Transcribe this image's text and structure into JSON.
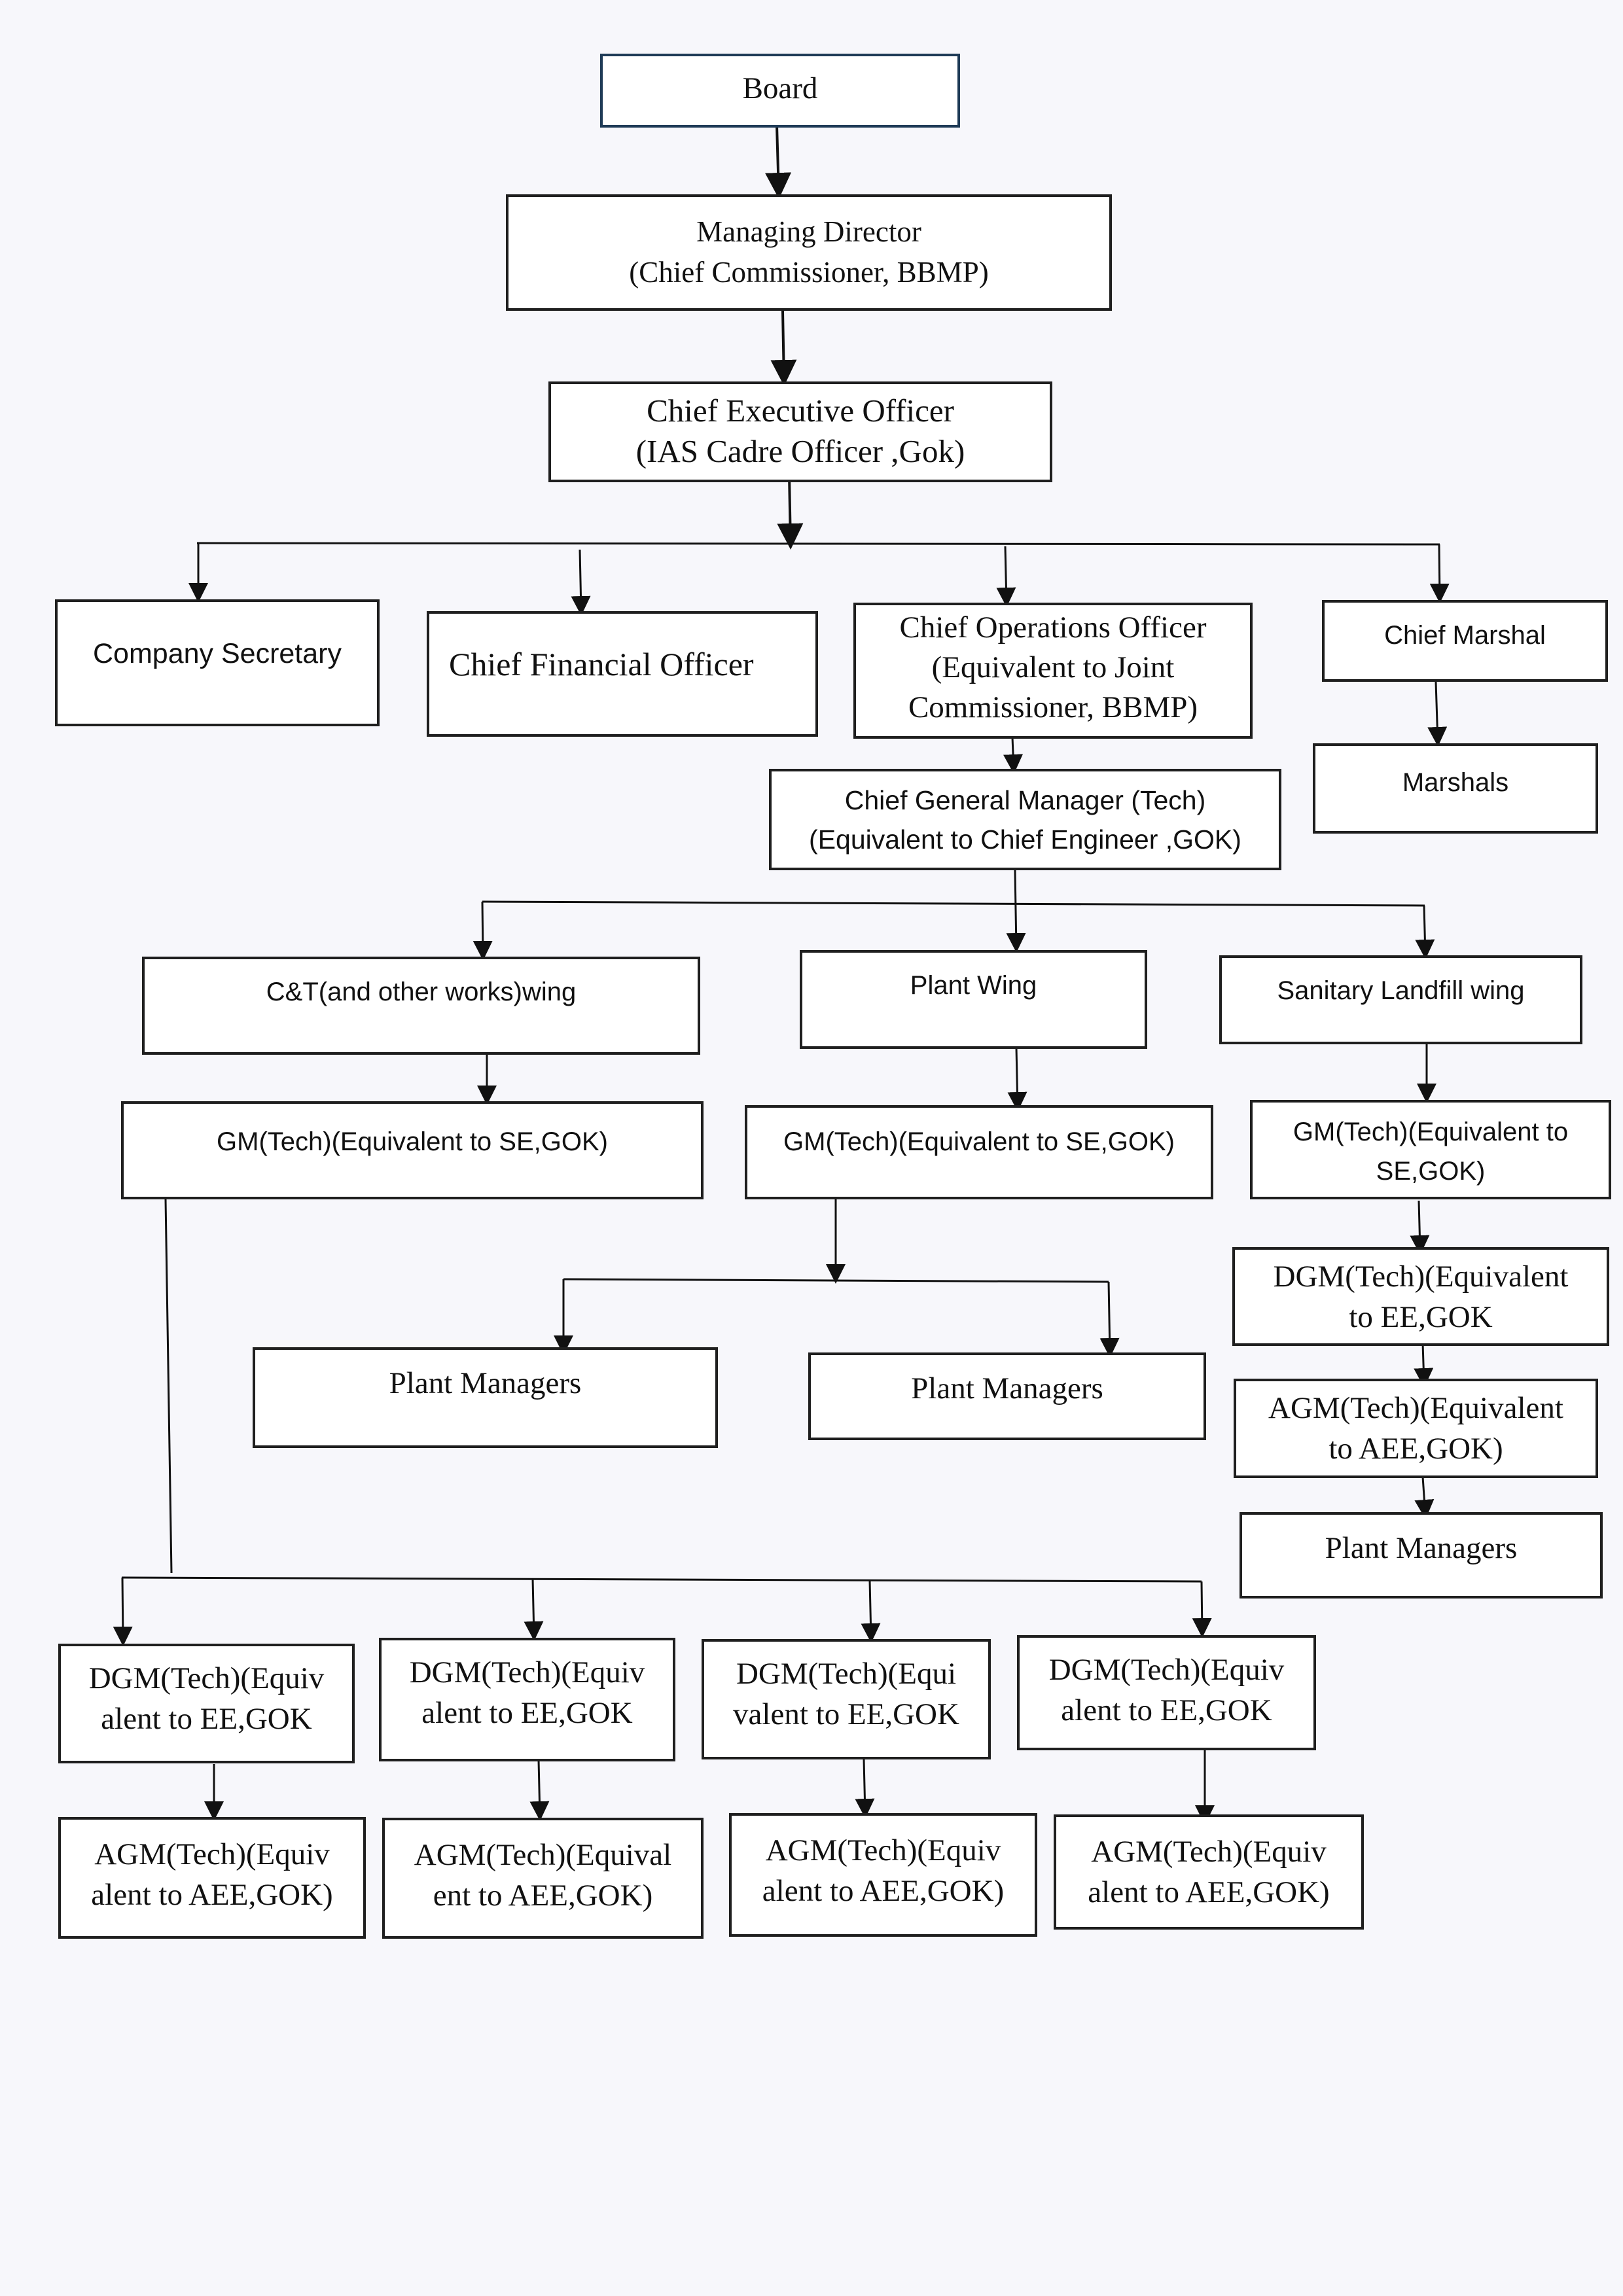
{
  "nodes": {
    "board": [
      "Board"
    ],
    "managing_director": [
      "Managing Director",
      "(Chief Commissioner, BBMP)"
    ],
    "ceo": [
      "Chief Executive Officer",
      "(IAS Cadre Officer ,Gok)"
    ],
    "company_secretary": [
      "Company Secretary"
    ],
    "cfo": [
      "Chief Financial Officer"
    ],
    "coo": [
      "Chief Operations Officer",
      "(Equivalent to Joint",
      "Commissioner, BBMP)"
    ],
    "chief_marshal": [
      "Chief Marshal"
    ],
    "marshals": [
      "Marshals"
    ],
    "cgm": [
      "Chief General Manager (Tech)",
      "(Equivalent to Chief Engineer ,GOK)"
    ],
    "ct_wing": [
      "C&T(and other works)wing"
    ],
    "plant_wing": [
      "Plant Wing"
    ],
    "landfill_wing": [
      "Sanitary Landfill wing"
    ],
    "ct_gm": [
      "GM(Tech)(Equivalent to SE,GOK)"
    ],
    "plant_gm": [
      "GM(Tech)(Equivalent to SE,GOK)"
    ],
    "landfill_gm": [
      "GM(Tech)(Equivalent to",
      "SE,GOK)"
    ],
    "plant_managers_1": [
      "Plant Managers"
    ],
    "plant_managers_2": [
      "Plant Managers"
    ],
    "landfill_dgm": [
      "DGM(Tech)(Equivalent",
      "to EE,GOK"
    ],
    "landfill_agm": [
      "AGM(Tech)(Equivalent",
      "to AEE,GOK)"
    ],
    "landfill_plant_managers": [
      "Plant Managers"
    ],
    "ct_dgm_1": [
      "DGM(Tech)(Equiv",
      "alent to EE,GOK"
    ],
    "ct_dgm_2": [
      "DGM(Tech)(Equiv",
      "alent to EE,GOK"
    ],
    "ct_dgm_3": [
      "DGM(Tech)(Equi",
      "valent to EE,GOK"
    ],
    "ct_dgm_4": [
      "DGM(Tech)(Equiv",
      "alent to EE,GOK"
    ],
    "ct_agm_1": [
      "AGM(Tech)(Equiv",
      "alent to AEE,GOK)"
    ],
    "ct_agm_2": [
      "AGM(Tech)(Equival",
      "ent to AEE,GOK)"
    ],
    "ct_agm_3": [
      "AGM(Tech)(Equiv",
      "alent to AEE,GOK)"
    ],
    "ct_agm_4": [
      "AGM(Tech)(Equiv",
      "alent to AEE,GOK)"
    ]
  }
}
